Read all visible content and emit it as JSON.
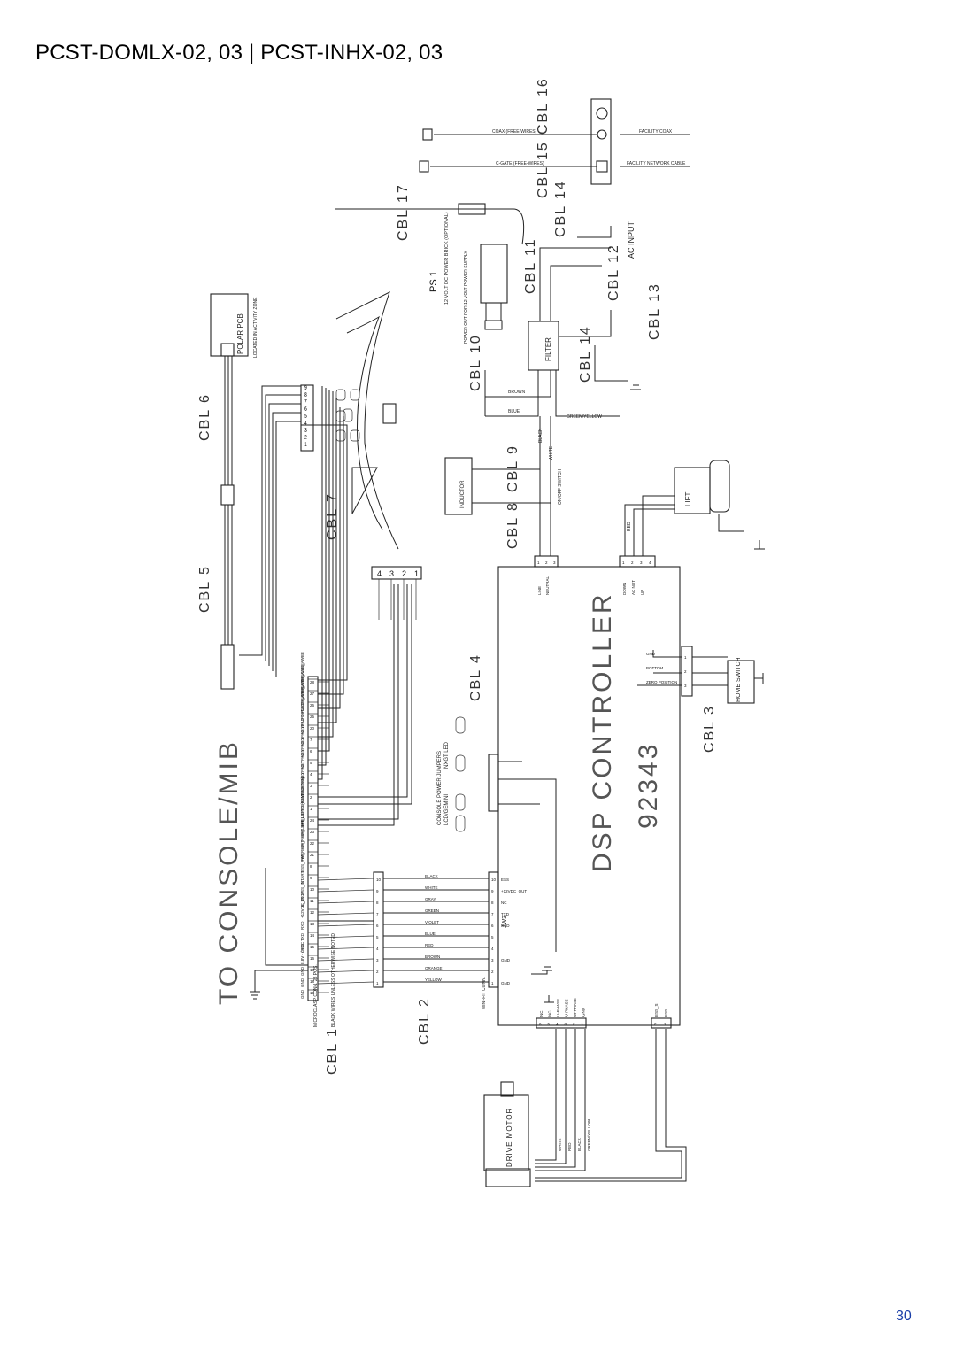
{
  "header": {
    "title": "PCST-DOMLX-02, 03 | PCST-INHX-02, 03"
  },
  "footer": {
    "page_number": "30"
  },
  "diagram": {
    "sections": {
      "console": "TO CONSOLE/MIB",
      "dsp": "DSP CONTROLLER",
      "dsp_part": "92343",
      "drive_motor": "DRIVE MOTOR",
      "polar": "POLAR PCB",
      "polar_note": "LOCATED IN ACTIVITY ZONE",
      "ps1": "PS 1",
      "ps1_note": "12 VOLT DC POWER BRICK (OPTIONAL)",
      "filter": "FILTER",
      "inductor": "INDUCTOR",
      "lift": "LIFT",
      "home_switch": "HOME SWITCH",
      "ac_input": "AC INPUT",
      "jumpers": "CONSOLE POWER JUMPERS",
      "jumpers_left": "LCD/GEMINI",
      "jumpers_right": "NXGT LED",
      "jw3": "JW3",
      "facility_coax": "FACILITY COAX",
      "facility_network": "FACILITY NETWORK CABLE"
    },
    "cables": [
      "CBL 1",
      "CBL 2",
      "CBL 3",
      "CBL 4",
      "CBL 5",
      "CBL 6",
      "CBL 7",
      "CBL 8",
      "CBL 9",
      "CBL 10",
      "CBL 11",
      "CBL 12",
      "CBL 13",
      "CBL 14",
      "CBL 14",
      "CBL 15",
      "CBL 16",
      "CBL 17"
    ],
    "console_pins": [
      {
        "num": "19",
        "name": "GND"
      },
      {
        "num": "18",
        "name": "GND"
      },
      {
        "num": "17",
        "name": "GND"
      },
      {
        "num": "16",
        "name": "8.8V - / VDC"
      },
      {
        "num": "15",
        "name": "GND"
      },
      {
        "num": "14",
        "name": "TXD"
      },
      {
        "num": "13",
        "name": "RXD"
      },
      {
        "num": "12",
        "name": "+12VDC_IN"
      },
      {
        "num": "11",
        "name": "E_STOP"
      },
      {
        "num": "10",
        "name": "ESS_IN"
      },
      {
        "num": "9",
        "name": "START"
      },
      {
        "num": "8",
        "name": "ESS_PWR"
      },
      {
        "num": "21",
        "name": "HR_RIGHT"
      },
      {
        "num": "22",
        "name": "HR_RIGHT SHIELD"
      },
      {
        "num": "23",
        "name": "HR_LEFT"
      },
      {
        "num": "24",
        "name": "HR_LEFT SHIELD"
      },
      {
        "num": "1",
        "name": "GND (STATIC RING)"
      },
      {
        "num": "2",
        "name": "KEYPAD 4"
      },
      {
        "num": "3",
        "name": "KEYPAD 2"
      },
      {
        "num": "4",
        "name": "KEYPAD 7"
      },
      {
        "num": "5",
        "name": "KEYPAD 5"
      },
      {
        "num": "6",
        "name": "KEYPAD 3"
      },
      {
        "num": "7",
        "name": "KEYPAD 10"
      },
      {
        "num": "20",
        "name": "KEYPAD DETECT"
      },
      {
        "num": "25",
        "name": "LIFT-PULSE_AWBE"
      },
      {
        "num": "26",
        "name": "LIFT-PULSE_AWBE"
      },
      {
        "num": "27",
        "name": "LIFT-PULSE_AWBE"
      },
      {
        "num": "28",
        "name": "LIFT-PULSE_AWBE"
      }
    ],
    "dsp_left_pins": [
      {
        "num": "10",
        "name": "ESS"
      },
      {
        "num": "9",
        "name": "+12VDC_OUT"
      },
      {
        "num": "8",
        "name": "NC"
      },
      {
        "num": "7",
        "name": "TXD"
      },
      {
        "num": "6",
        "name": "RXD"
      },
      {
        "num": "5",
        "name": ""
      },
      {
        "num": "4",
        "name": ""
      },
      {
        "num": "3",
        "name": "GND"
      },
      {
        "num": "2",
        "name": ""
      },
      {
        "num": "1",
        "name": "GND"
      }
    ],
    "wire_colors": [
      "BLACK",
      "WHITE",
      "GRAY",
      "GREEN",
      "VIOLET",
      "BLUE",
      "RED",
      "BROWN",
      "ORANGE",
      "YELLOW"
    ],
    "motor_pins": [
      {
        "num": "6",
        "name": "NC"
      },
      {
        "num": "5",
        "name": "NC"
      },
      {
        "num": "4",
        "name": "U-PHASE"
      },
      {
        "num": "3",
        "name": "V-PHASE"
      },
      {
        "num": "2",
        "name": "W-PHASE"
      },
      {
        "num": "1",
        "name": "GND"
      }
    ],
    "motor_wires": [
      "WHITE",
      "RED",
      "BLACK",
      "GREEN/YELLOW"
    ],
    "ess_pins": [
      {
        "num": "2",
        "name": "ESS_S"
      },
      {
        "num": "1",
        "name": "ESS"
      }
    ],
    "line_pins": [
      {
        "num": "1",
        "name": "LINE"
      },
      {
        "num": "2",
        "name": "NEUTRAL"
      },
      {
        "num": "3",
        "name": ""
      }
    ],
    "lift_pins": [
      {
        "num": "1",
        "name": "DOWN"
      },
      {
        "num": "2",
        "name": "AC NOT"
      },
      {
        "num": "3",
        "name": "UP"
      },
      {
        "num": "4",
        "name": ""
      }
    ],
    "home_pins": [
      {
        "num": "1",
        "name": "GND"
      },
      {
        "num": "2",
        "name": "BOTTOM"
      },
      {
        "num": "3",
        "name": "ZERO POSITION"
      }
    ],
    "c_grid_pins": [
      "1",
      "2",
      "3",
      "4",
      "5",
      "6",
      "7",
      "8",
      "9"
    ],
    "microfit_pins": [
      "4",
      "3",
      "2",
      "1"
    ],
    "labels": {
      "microclasp": "MICROCLASP CONN. 28 POS.",
      "black_wires": "BLACK WIRES UNLESS OTHERWISE NOTED",
      "mini_fit": "MINI-FIT CONN.",
      "coax_label": "COAX (FREE-WIRES)",
      "cat_label": "C-GATE (FREE-WIRES)",
      "power_out": "POWER OUT FOR 12 VOLT POWER SUPPLY",
      "on_off": "ON/OFF SWITCH",
      "green_yellow": "GREEN/YELLOW",
      "brown": "BROWN",
      "blue": "BLUE",
      "black": "BLACK",
      "white": "WHITE",
      "red": "RED"
    }
  }
}
